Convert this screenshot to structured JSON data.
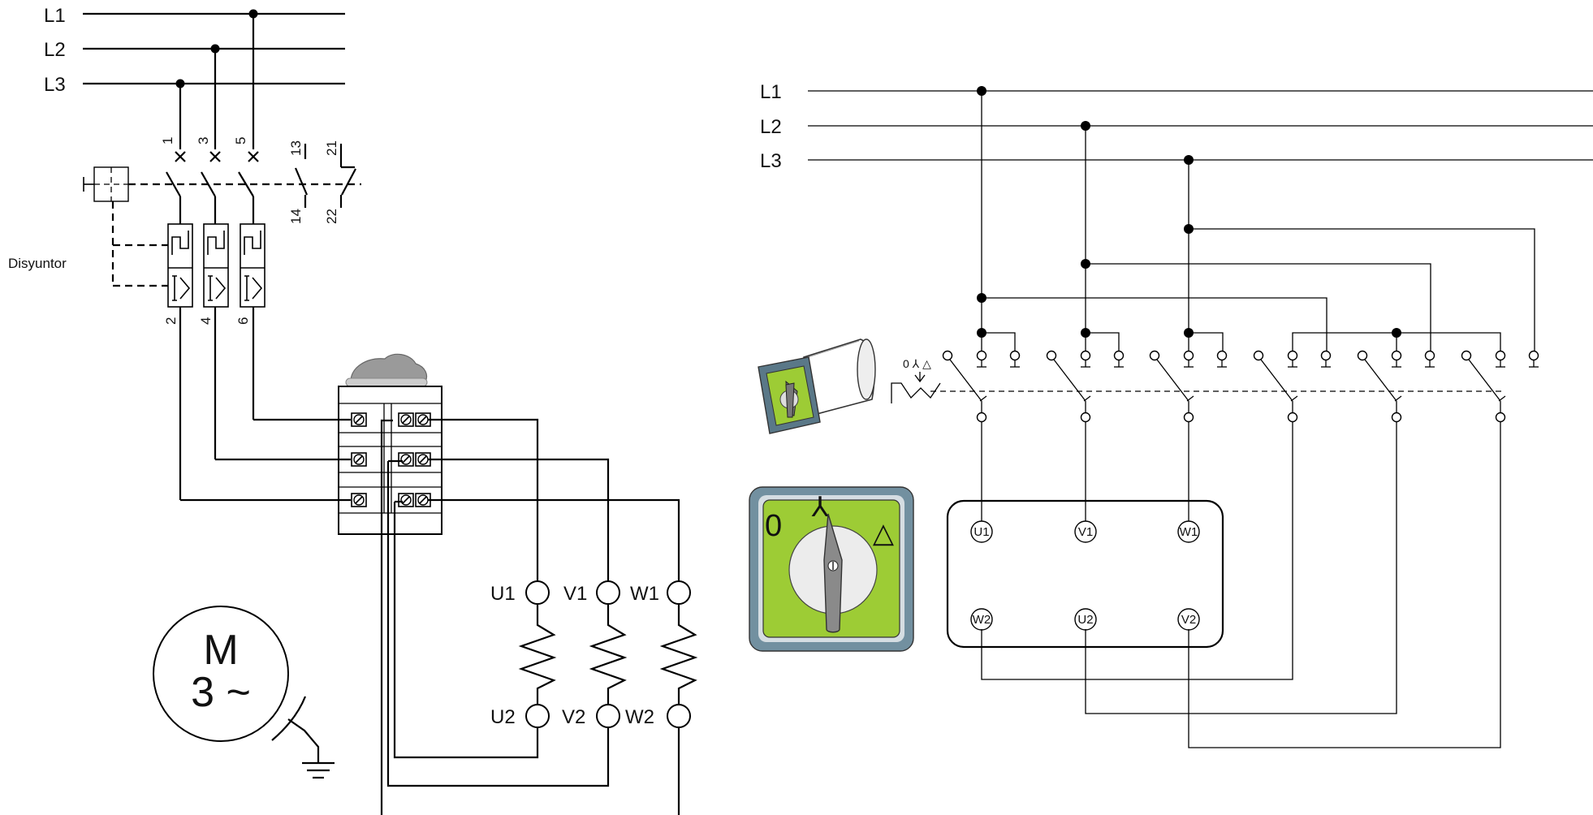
{
  "left_diagram": {
    "phases": [
      "L1",
      "L2",
      "L3"
    ],
    "breaker_label": "Disyuntor",
    "pole_top_numbers": [
      "1",
      "3",
      "5"
    ],
    "pole_bottom_numbers": [
      "2",
      "4",
      "6"
    ],
    "aux_contact_numbers": {
      "no_top": "13",
      "no_bottom": "14",
      "nc_top": "21",
      "nc_bottom": "22"
    },
    "motor_symbol": {
      "letter": "M",
      "phases_text": "3 ~"
    },
    "winding_terminals_top": [
      "U1",
      "V1",
      "W1"
    ],
    "winding_terminals_bottom": [
      "U2",
      "V2",
      "W2"
    ]
  },
  "right_diagram": {
    "phases": [
      "L1",
      "L2",
      "L3"
    ],
    "switch_position_marks": "0 ⅄ △",
    "selector_positions": {
      "off": "0",
      "star": "⅄",
      "delta": "△"
    },
    "terminal_box_top": [
      "U1",
      "V1",
      "W1"
    ],
    "terminal_box_bottom": [
      "W2",
      "U2",
      "V2"
    ]
  },
  "colors": {
    "switch_face": "#9dcc35",
    "switch_frame": "#6f8fa0",
    "knob_grey": "#8a8a8a",
    "line": "#000000"
  }
}
